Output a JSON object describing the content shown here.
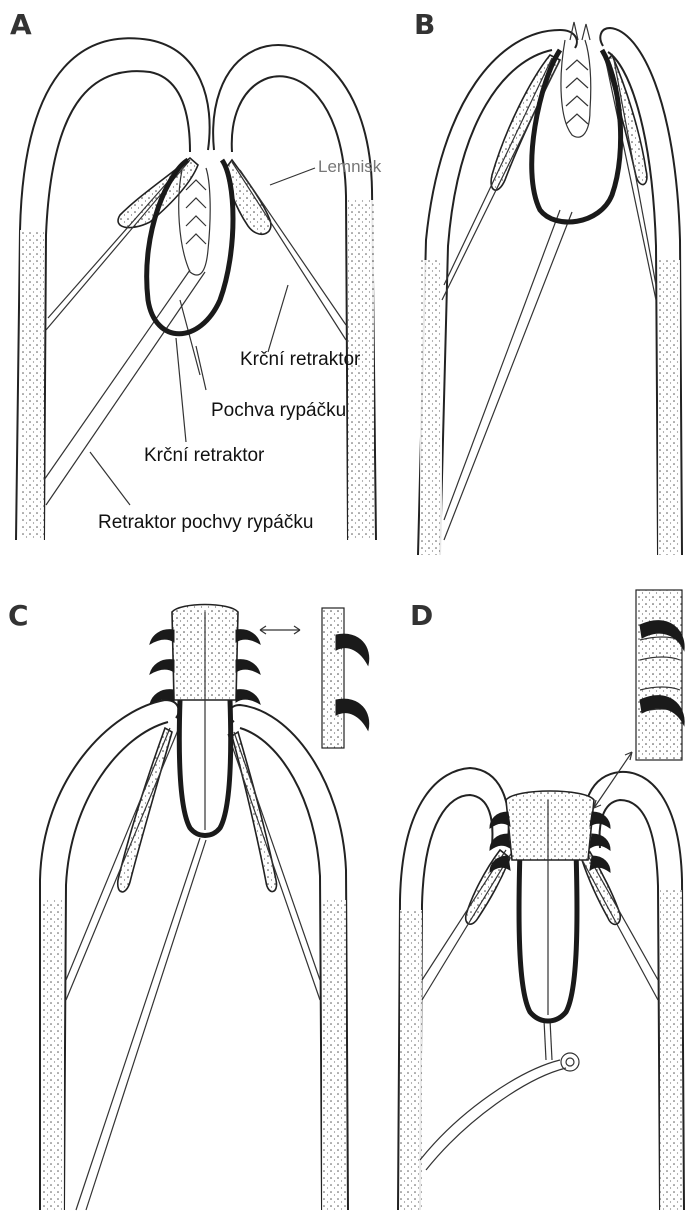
{
  "panels": [
    {
      "letter": "A"
    },
    {
      "letter": "B"
    },
    {
      "letter": "C"
    },
    {
      "letter": "D"
    }
  ],
  "labels": {
    "lemnisk": "Lemnisk",
    "neck_retractor_1": "Krční retraktor",
    "proboscis_sheath": "Pochva rypáčku",
    "neck_retractor_2": "Krční retraktor",
    "sheath_retractor": "Retraktor pochvy rypáčku"
  },
  "colors": {
    "ink": "#1a1a1a",
    "background": "#ffffff"
  }
}
